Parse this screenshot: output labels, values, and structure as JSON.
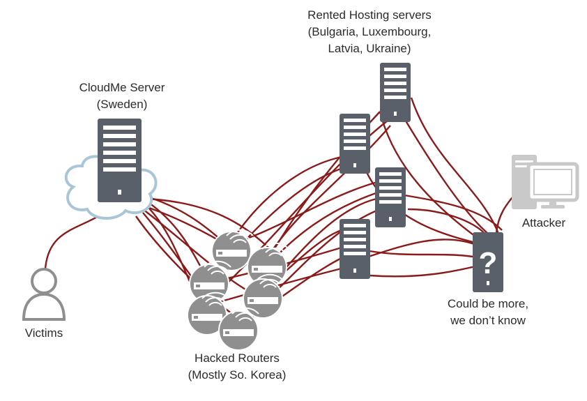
{
  "labels": {
    "hosting": [
      "Rented Hosting servers",
      "(Bulgaria, Luxembourg,",
      "Latvia, Ukraine)"
    ],
    "cloudme": [
      "CloudMe Server",
      "(Sweden)"
    ],
    "attacker": "Attacker",
    "unknown": [
      "Could be more,",
      "we don’t know"
    ],
    "victims": "Victims",
    "routers": [
      "Hacked Routers",
      "(Mostly So. Korea)"
    ]
  },
  "unknown_symbol": "?",
  "colors": {
    "connection": "#8b1a1a",
    "server": "#59606a",
    "router": "#8f8f8f",
    "cloud_outline": "#a9c6d8",
    "victim": "#8f8f8f",
    "attacker_device": "#c9c9c9"
  },
  "icons": {
    "cloudme": "server-in-cloud-icon",
    "hosting": "rack-server-icon",
    "routers": "wifi-router-icon",
    "attacker": "desktop-computer-icon",
    "unknown": "question-mark-server-icon",
    "victims": "person-icon"
  }
}
